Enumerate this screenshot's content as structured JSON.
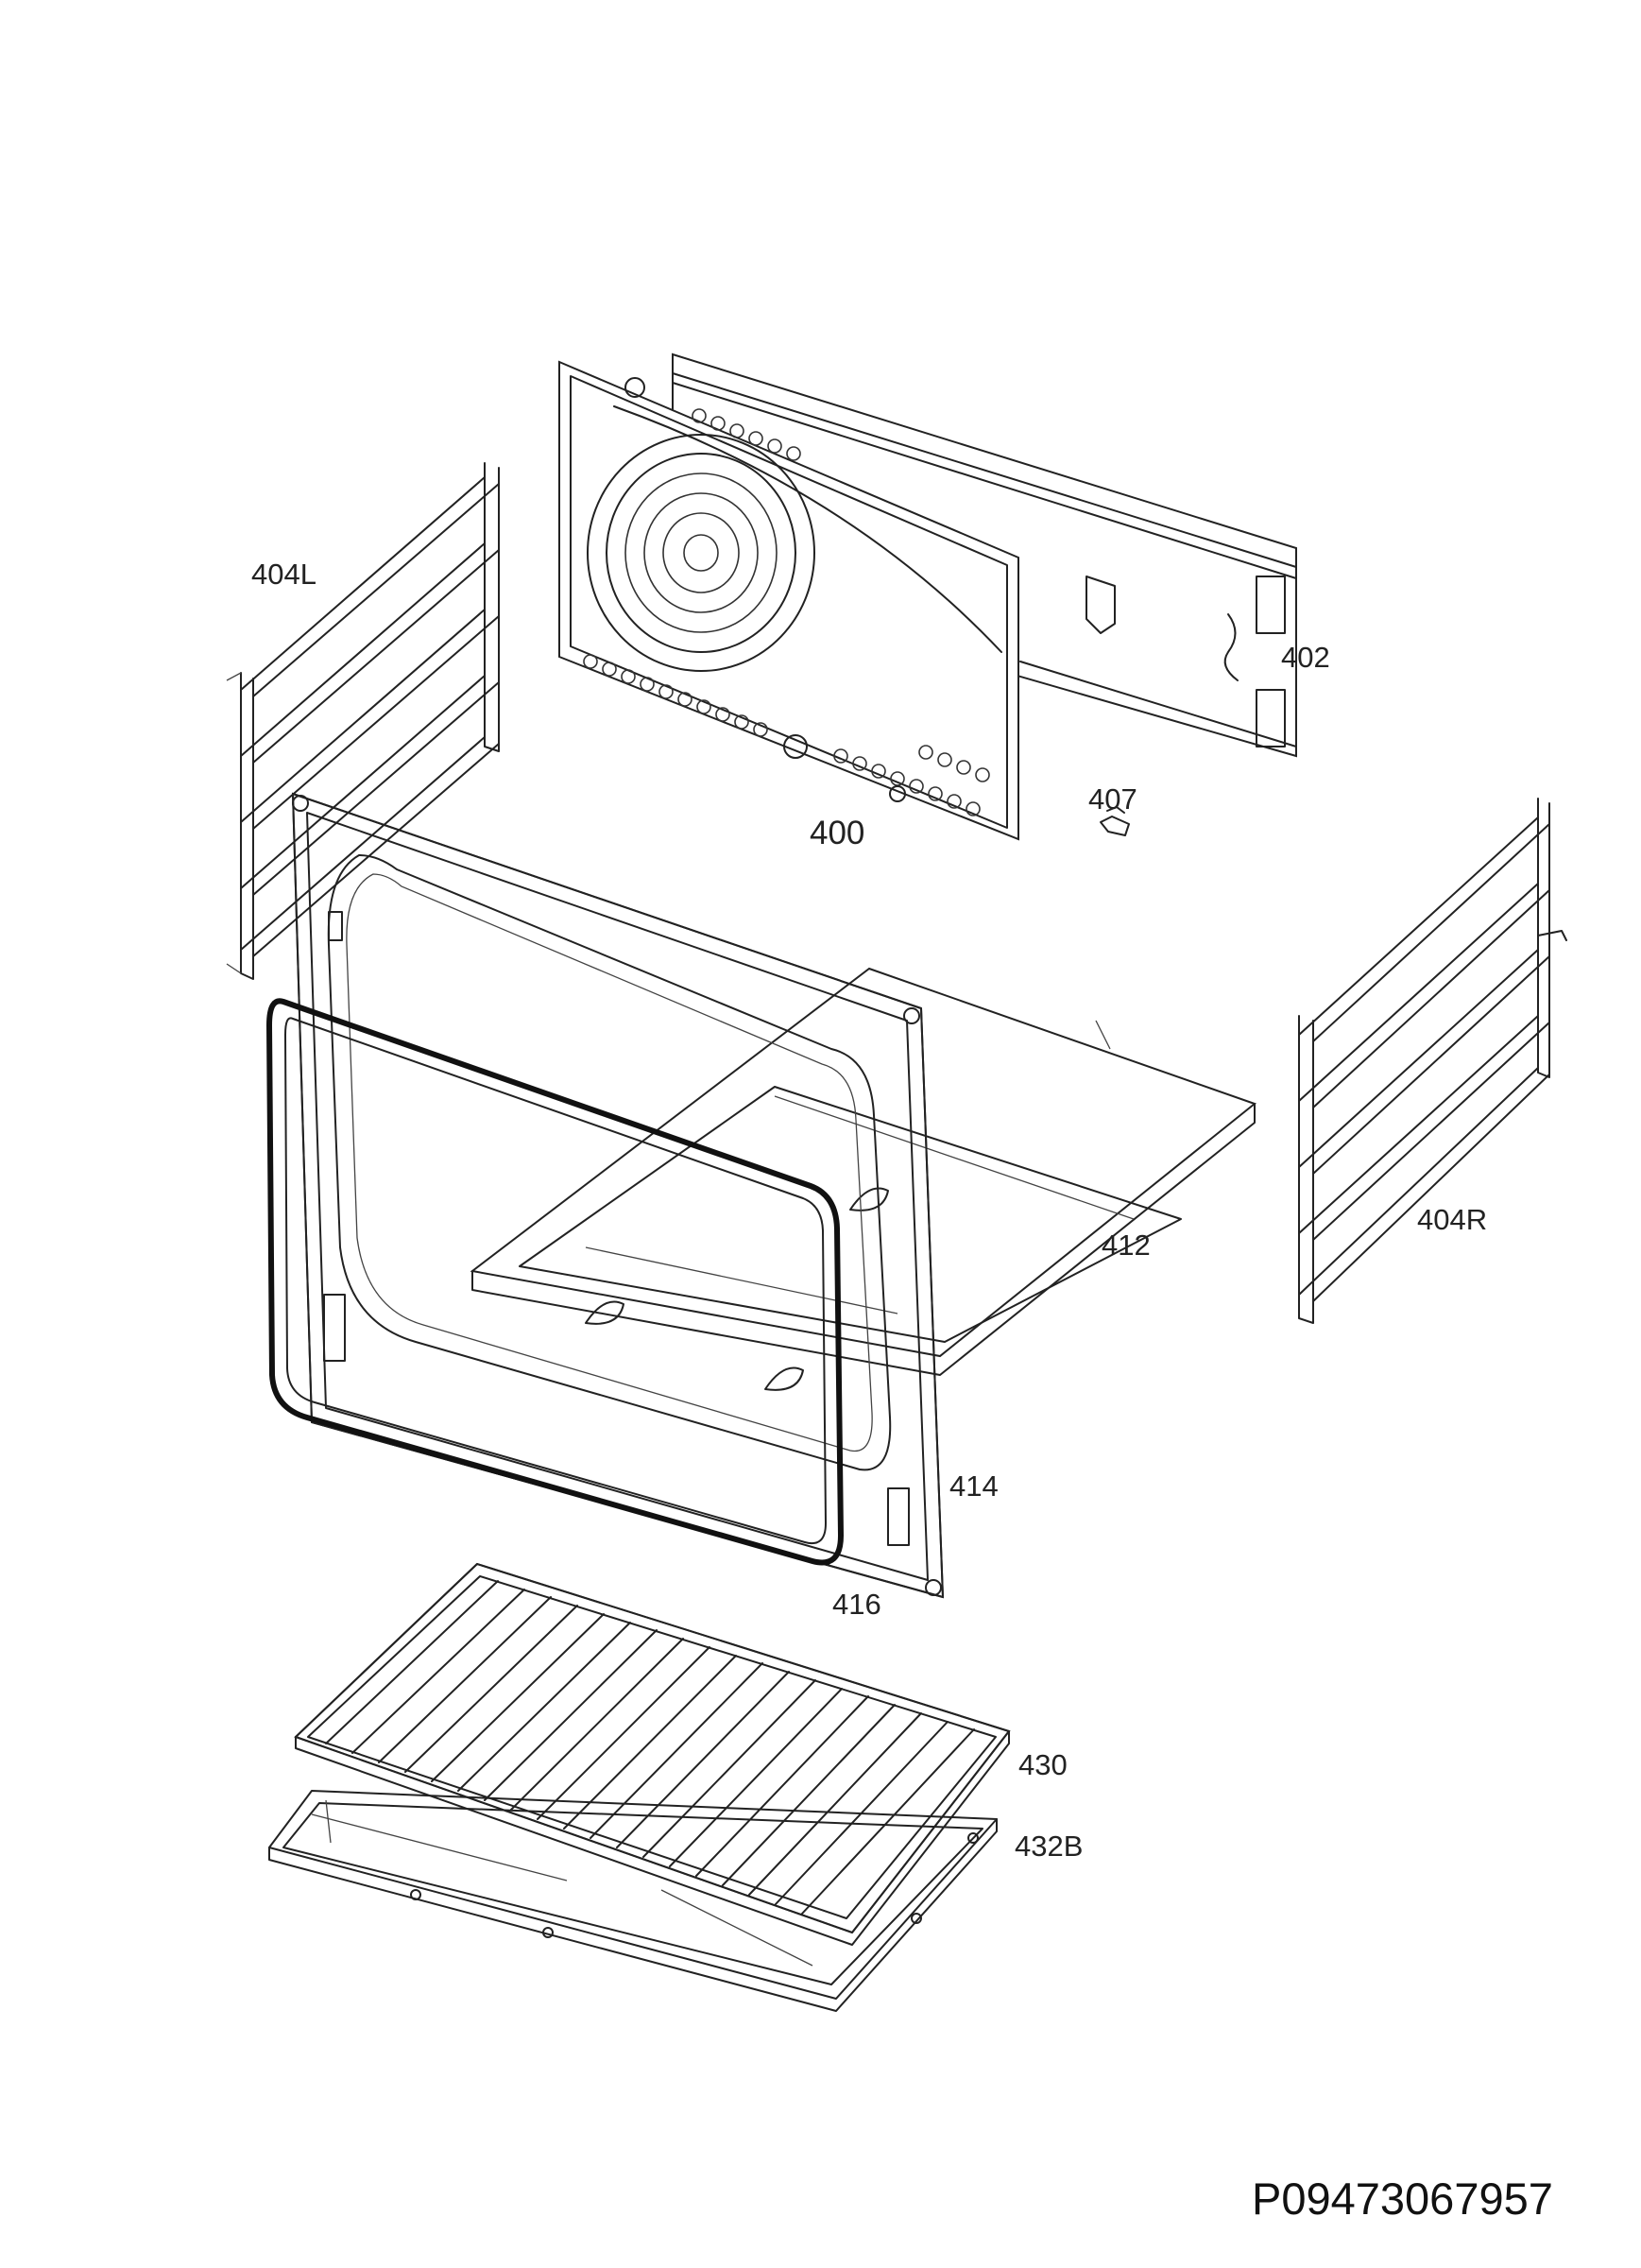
{
  "labels": {
    "p400": "400",
    "p402": "402",
    "p404L": "404L",
    "p404R": "404R",
    "p407": "407",
    "p412": "412",
    "p414": "414",
    "p416": "416",
    "p430": "430",
    "p432B": "432B"
  },
  "drawing_code": "P09473067957"
}
